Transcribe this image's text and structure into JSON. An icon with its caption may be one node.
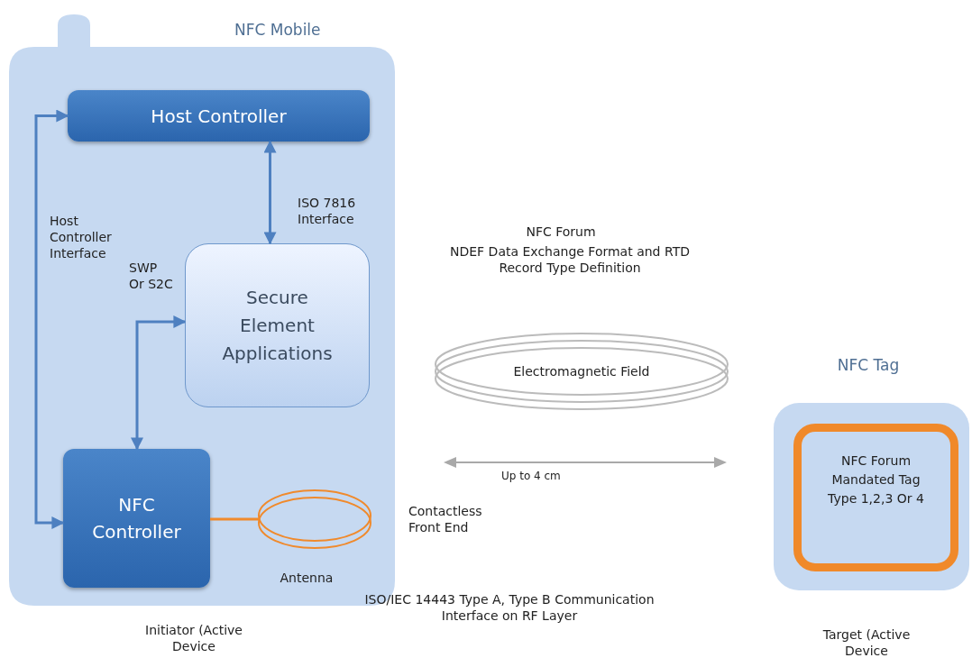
{
  "diagram": {
    "nodes": [
      {
        "text": [
          "NFC Mobile"
        ],
        "beside": [
          "Initiator (Active Device"
        ]
      },
      {
        "text": [
          "Host Controller"
        ],
        "in": 0
      },
      {
        "text": [
          "Secure Element Applications"
        ],
        "in": 0
      },
      {
        "text": [
          "NFC Controller"
        ],
        "in": 0
      },
      {
        "text": [],
        "shape": "circle",
        "in": 0,
        "beside": [
          "Antenna"
        ]
      },
      {
        "text": [
          "Electromagnetic Field"
        ]
      },
      {
        "text": [
          "NFC Tag"
        ],
        "beside": [
          "Target (Active Device"
        ]
      },
      {
        "text": [
          "NFC Forum Mandated Tag Type 1,2,3 Or 4"
        ],
        "in": 6
      }
    ],
    "edges": [
      {
        "from": 1,
        "to": 3,
        "arrow": "both",
        "label": "Host Controller Interface"
      },
      {
        "from": 1,
        "to": 2,
        "arrow": "both",
        "label": "ISO 7816 Interface"
      },
      {
        "from": 3,
        "to": 2,
        "arrow": "both",
        "label": "SWP Or S2C"
      },
      {
        "from": 3,
        "to": 4,
        "arrow": "none",
        "color": "#f08a2c"
      }
    ],
    "labels": [
      "NFC Forum",
      "NDEF Data Exchange Format and RTD Record Type Definition",
      "Up to 4 cm",
      "Contactless Front End",
      "ISO/IEC 14443 Type A, Type B Communication Interface on RF Layer"
    ]
  }
}
